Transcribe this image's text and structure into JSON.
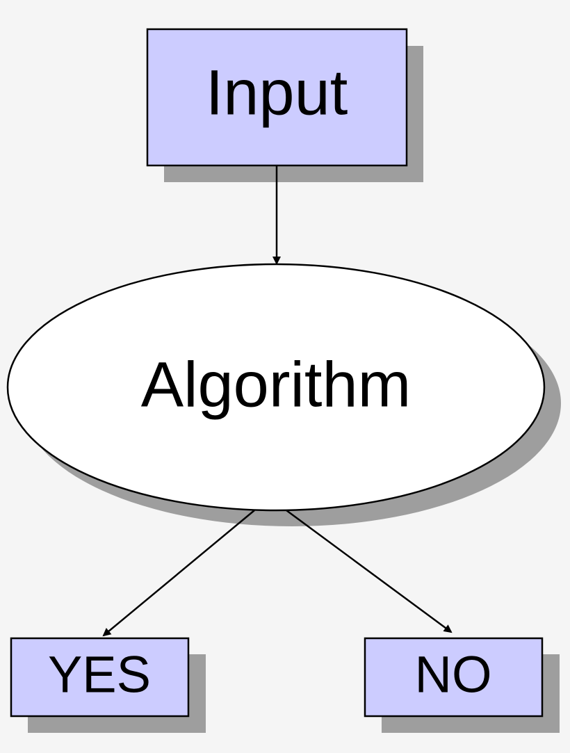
{
  "diagram": {
    "nodes": {
      "input": {
        "label": "Input",
        "shape": "rectangle"
      },
      "algorithm": {
        "label": "Algorithm",
        "shape": "ellipse"
      },
      "yes": {
        "label": "YES",
        "shape": "rectangle"
      },
      "no": {
        "label": "NO",
        "shape": "rectangle"
      }
    },
    "edges": [
      {
        "from": "input",
        "to": "algorithm"
      },
      {
        "from": "algorithm",
        "to": "yes"
      },
      {
        "from": "algorithm",
        "to": "no"
      }
    ],
    "colors": {
      "background": "#f5f5f5",
      "box_fill": "#ccccff",
      "ellipse_fill": "#ffffff",
      "shadow": "#9e9e9e",
      "stroke": "#000000"
    }
  }
}
